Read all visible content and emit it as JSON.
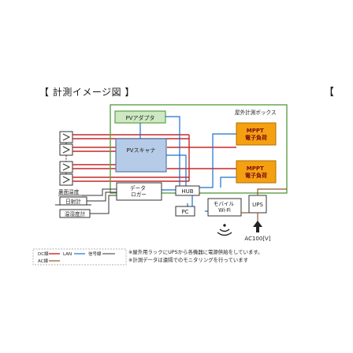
{
  "title": "【 計測イメージ図 】",
  "corner_bracket": "【",
  "labels": {
    "enclosure": "屋外計測ボックス",
    "pv_adaptor": "PVアダプタ",
    "pv_scanner": "PVスキャナ",
    "mppt_load": "MPPT\n電子負荷",
    "back_temp": "裏面温度",
    "irradiance": "日射計",
    "temp_humidity": "温湿度計",
    "data_logger": "データ\nロガー",
    "hub": "HUB",
    "pc": "PC",
    "modem": "モバイル\nWi-Fi",
    "ups": "UPS",
    "ac_power": "AC100[V]"
  },
  "legend": {
    "dc": "DC線",
    "lan": "LAN",
    "signal": "信号線",
    "ac": "AC線"
  },
  "notes": [
    "※屋外用ラックにUPSから各機器に電源供給をしています。",
    "※計測データは遠隔でのモニタリングを行っています"
  ],
  "colors": {
    "dc_red": "#c62828",
    "lan_blue": "#1e6fd0",
    "ac_brown": "#8a5a2b",
    "green_fill": "#cde9c2",
    "green_stroke": "#5ea048",
    "scanner_fill": "#b6cbe7",
    "mppt_fill": "#f4a011"
  }
}
